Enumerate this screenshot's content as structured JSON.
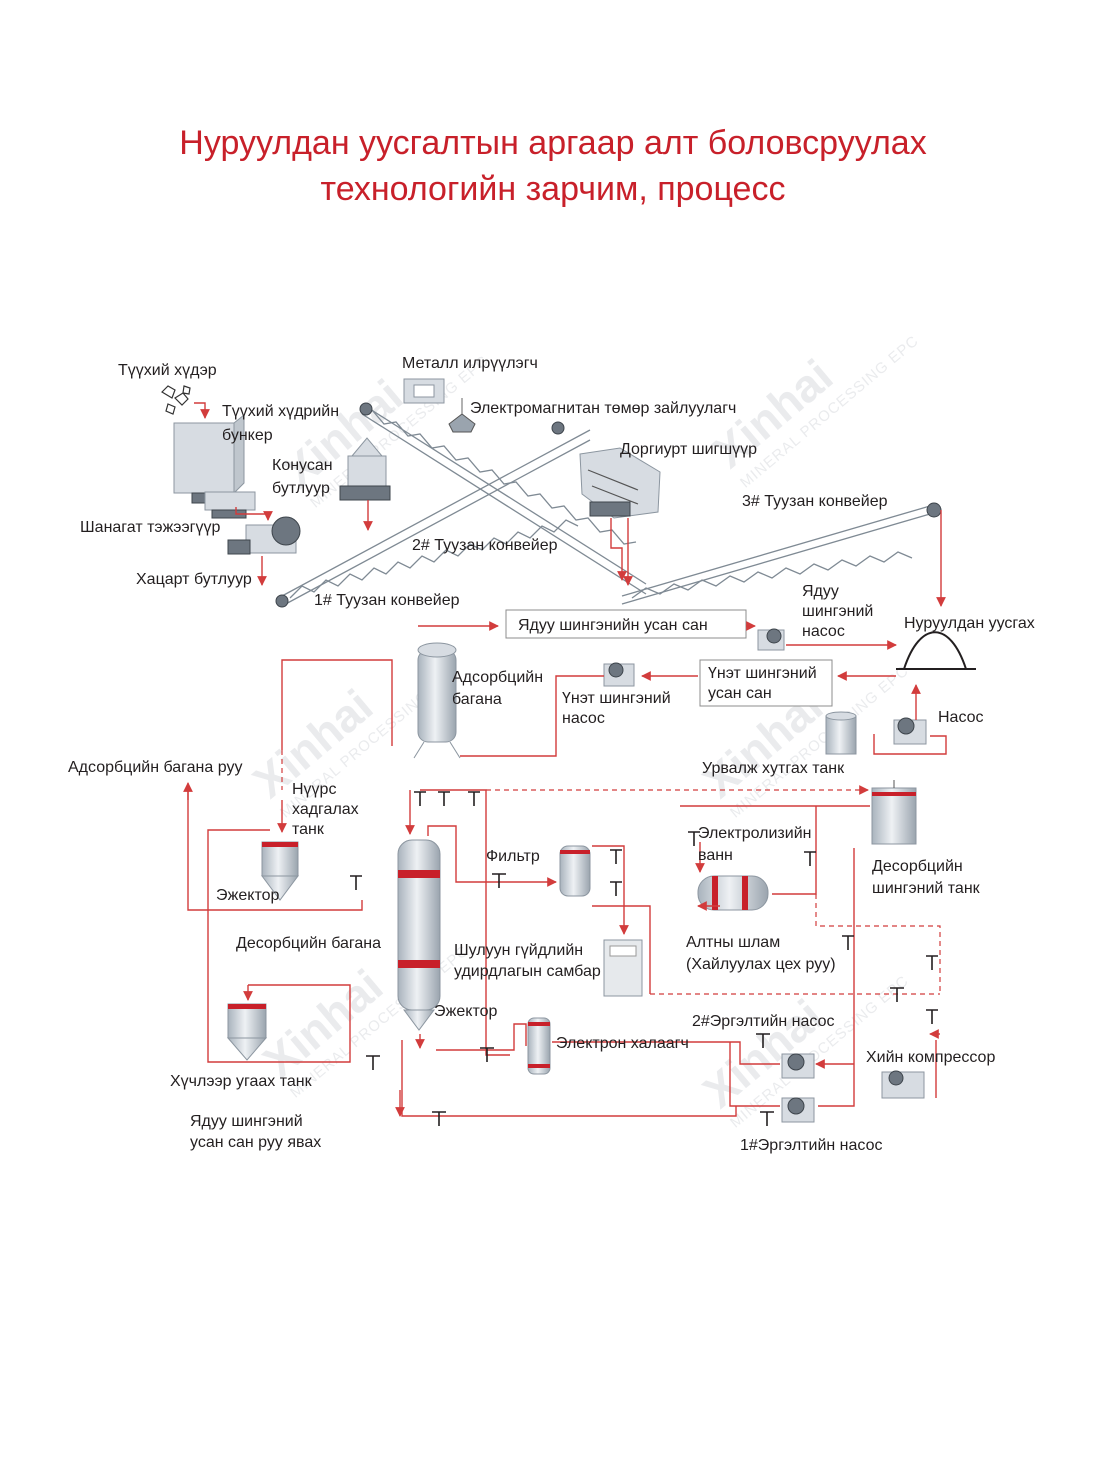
{
  "title": {
    "line1": "Нуруулдан уусгалтын аргаар алт боловсруулах",
    "line2": "технологийн зарчим, процесс"
  },
  "watermark": {
    "brand": "Xinhai",
    "tagline": "MINERAL PROCESSING EPC"
  },
  "labels": {
    "raw_ore": "Түүхий хүдэр",
    "metal_detector": "Металл илрүүлэгч",
    "raw_ore_bin_1": "Түүхий хүдрийн",
    "raw_ore_bin_2": "бункер",
    "electromagnetic_separator": "Электромагнитан төмөр зайлуулагч",
    "cone_crusher_1": "Конусан",
    "cone_crusher_2": "бутлуур",
    "vibrating_screen": "Доргиурт шигшүүр",
    "belt_conveyor_3": "3# Туузан конвейер",
    "vibrating_feeder": "Шанагат тэжээгүүр",
    "belt_conveyor_2": "2# Туузан конвейер",
    "jaw_crusher": "Хацарт бутлуур",
    "belt_conveyor_1": "1# Туузан конвейер",
    "barren_pond": "Ядуу шингэнийн усан сан",
    "barren_pump_1": "Ядуу",
    "barren_pump_2": "шингэний",
    "barren_pump_3": "насос",
    "heap_leaching": "Нуруулдан уусгах",
    "adsorption_column_1": "Адсорбцийн",
    "adsorption_column_2": "багана",
    "pregnant_pond_1": "Үнэт шингэний",
    "pregnant_pond_2": "усан сан",
    "pregnant_pump_1": "Үнэт шингэний",
    "pregnant_pump_2": "насос",
    "pump": "Насос",
    "to_adsorption_column": "Адсорбцийн багана руу",
    "collecting_tank": "Урвалж хутгах танк",
    "carbon_tank_1": "Нүүрс",
    "carbon_tank_2": "хадгалах",
    "carbon_tank_3": "танк",
    "electrolysis_1": "Электролизийн",
    "electrolysis_2": "ванн",
    "filter": "Фильтр",
    "desorption_tank_1": "Десорбцийн",
    "desorption_tank_2": "шингэний танк",
    "ejector_1": "Эжектор",
    "gold_mud_1": "Алтны шлам",
    "gold_mud_2": "(Хайлуулах цех руу)",
    "desorption_column": "Десорбцийн багана",
    "dc_control_1": "Шулуун гүйдлийн",
    "dc_control_2": "удирдлагын самбар",
    "ejector_2": "Эжектор",
    "circ_pump_2": "2#Эргэлтийн насос",
    "electric_heater": "Электрон халаагч",
    "air_compressor": "Хийн компрессор",
    "pickling_tank": "Хүчлээр угаах танк",
    "to_barren_pond_1": "Ядуу шингэний",
    "to_barren_pond_2": "усан сан руу явах",
    "circ_pump_1": "1#Эргэлтийн насос"
  },
  "colors": {
    "title": "#c8202a",
    "flow_line": "#d23c3c",
    "equipment": "#d7dce2",
    "accent_band": "#c8202a"
  }
}
